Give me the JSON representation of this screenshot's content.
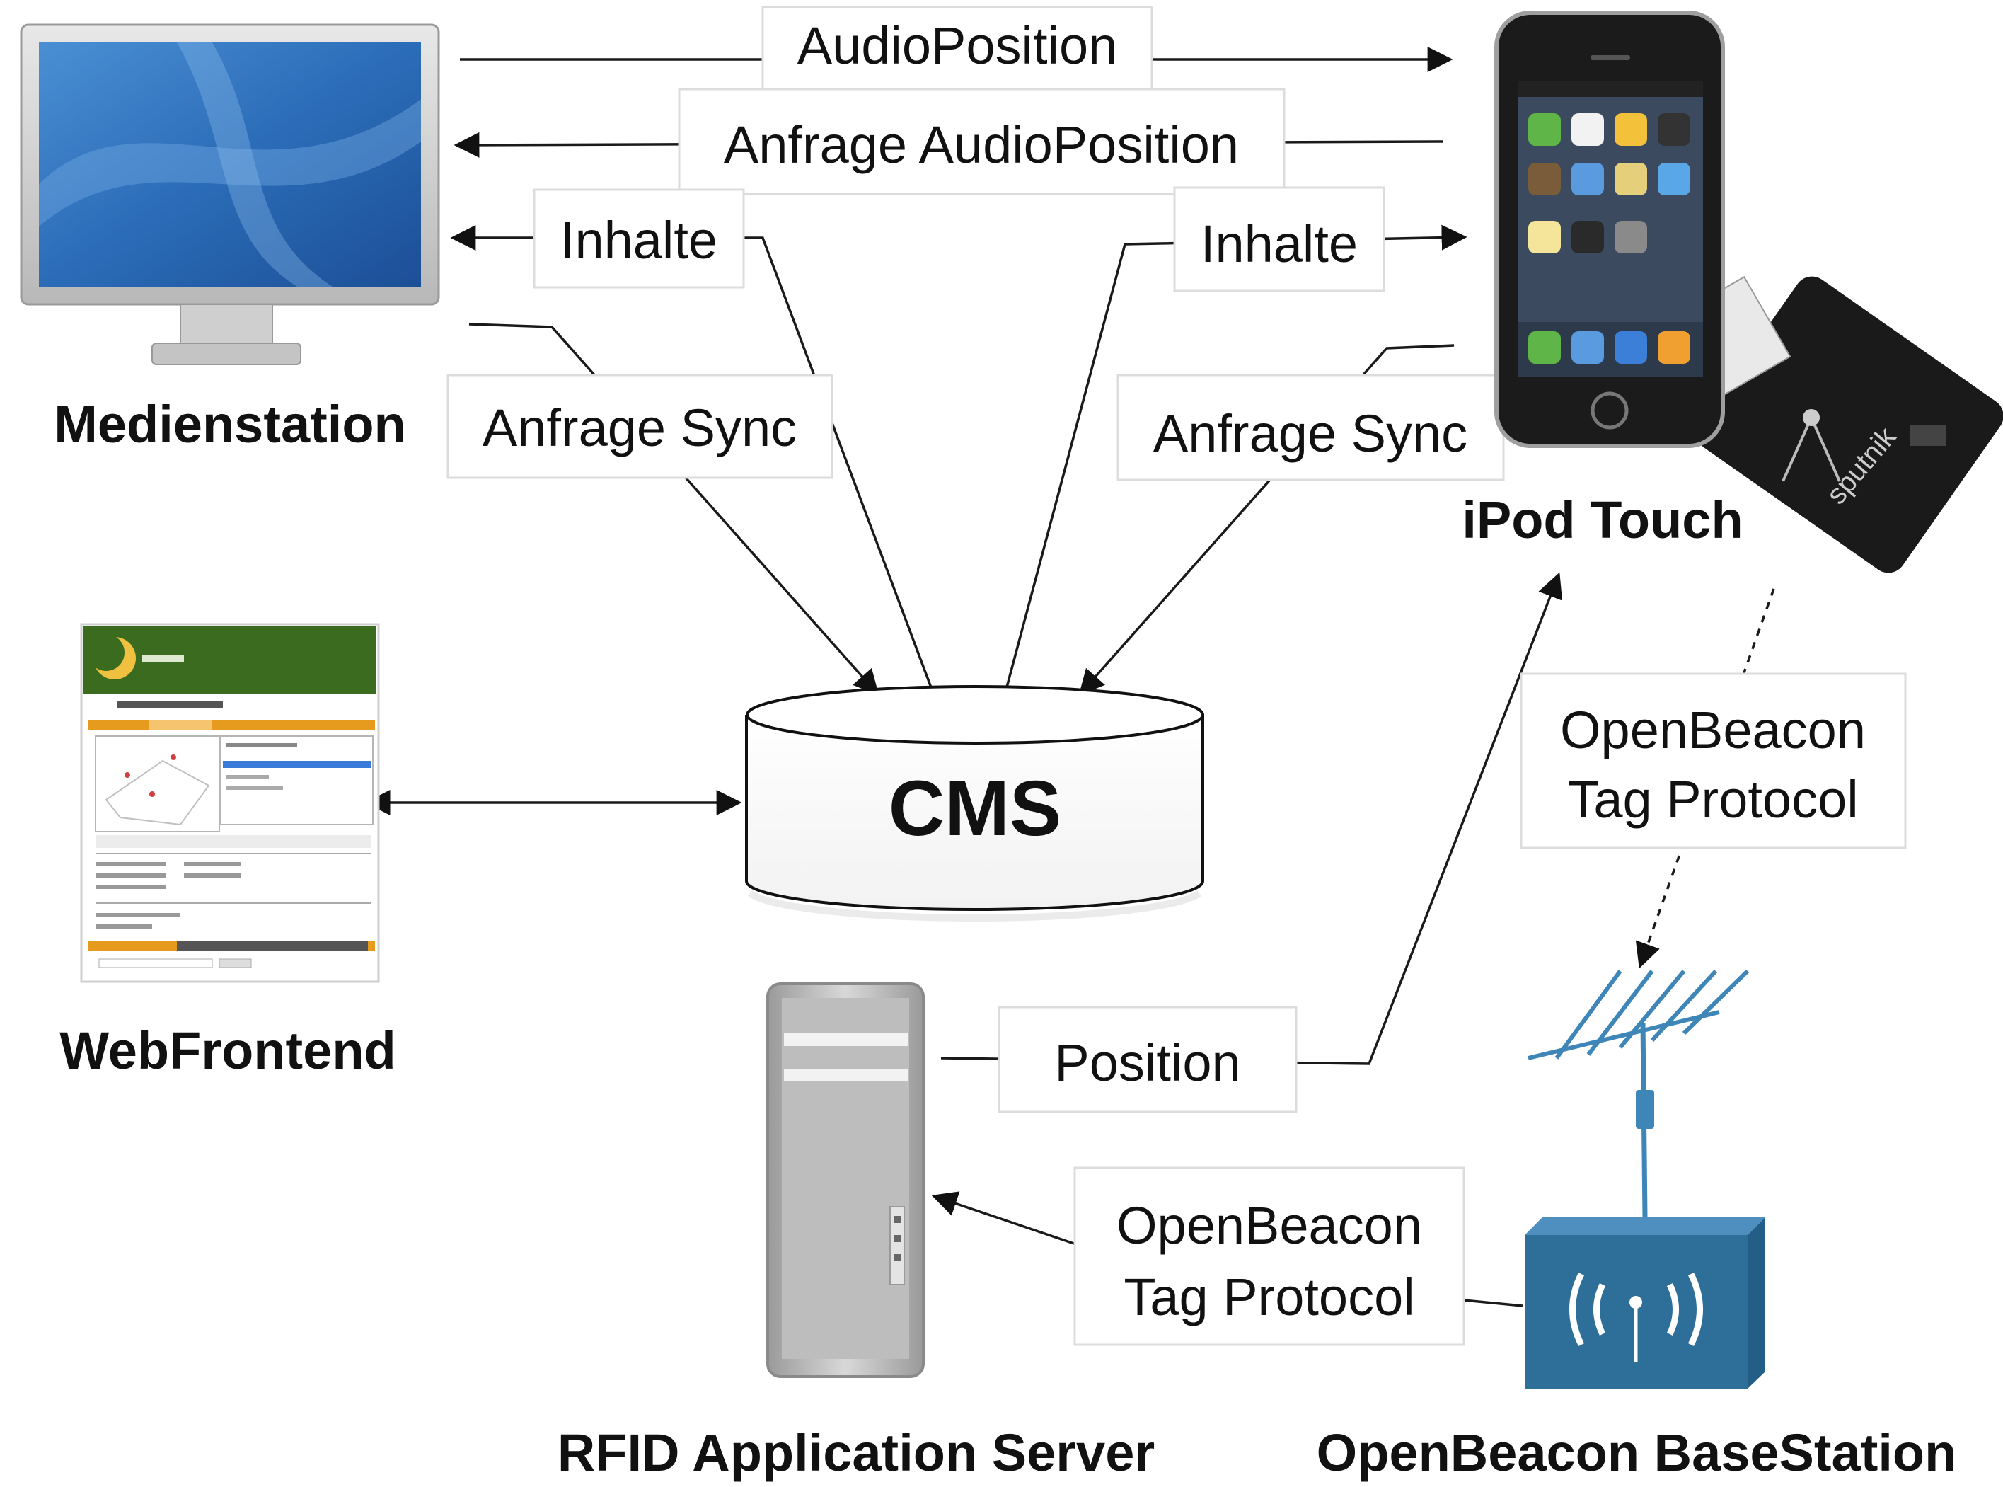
{
  "nodes": {
    "medienstation": "Medienstation",
    "ipod": "iPod Touch",
    "webfrontend": "WebFrontend",
    "cms": "CMS",
    "rfid_server": "RFID Application Server",
    "basestation": "OpenBeacon BaseStation"
  },
  "edges": {
    "audioposition": "AudioPosition",
    "anfrage_audioposition": "Anfrage AudioPosition",
    "inhalte_left": "Inhalte",
    "inhalte_right": "Inhalte",
    "anfrage_sync_left": "Anfrage Sync",
    "anfrage_sync_right": "Anfrage Sync",
    "openbeacon_ipod": [
      "OpenBeacon",
      "Tag Protocol"
    ],
    "position": "Position",
    "openbeacon_server": [
      "OpenBeacon",
      "Tag Protocol"
    ]
  },
  "icons": {
    "monitor": "monitor-icon",
    "ipod": "ipod-touch-icon",
    "rfid_tag": "rfid-tag-icon",
    "web_screenshot": "web-screenshot-icon",
    "database": "database-icon",
    "server": "server-tower-icon",
    "antenna": "antenna-icon",
    "basestation": "wireless-basestation-icon"
  },
  "colors": {
    "basestation_blue": "#2e6f9a",
    "antenna_blue": "#3f86b8",
    "webfrontend_green": "#3b6b1f",
    "webfrontend_orange": "#e69a1e"
  }
}
